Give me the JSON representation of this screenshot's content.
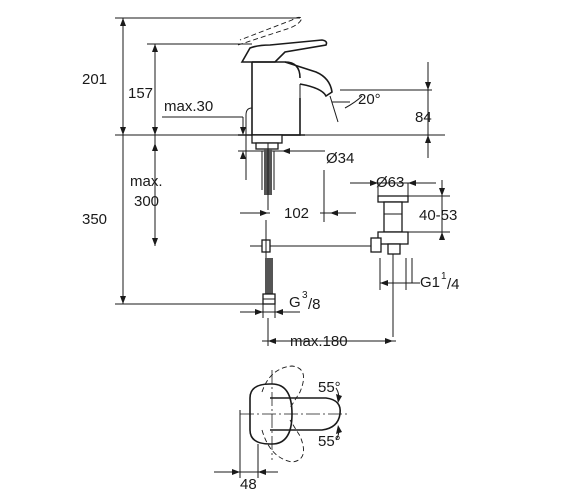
{
  "dimensions": {
    "total_height": "201",
    "spout_height": "157",
    "deck_thickness": "max.30",
    "spout_angle": "20°",
    "spout_outlet": "84",
    "hole_diameter": "Ø34",
    "waste_diameter": "Ø63",
    "max_deck_line1": "max.",
    "max_deck_line2": "300",
    "projection": "102",
    "waste_range": "40-53",
    "overall_length": "350",
    "waste_thread_main": "G1",
    "waste_thread_sup": "1",
    "waste_thread_sub": "/4",
    "supply_thread_main": "G",
    "supply_thread_sup": "3",
    "supply_thread_sub": "/8",
    "max_waste_distance": "max.180",
    "lever_angle_top": "55°",
    "lever_angle_bottom": "55°",
    "lever_width": "48"
  }
}
